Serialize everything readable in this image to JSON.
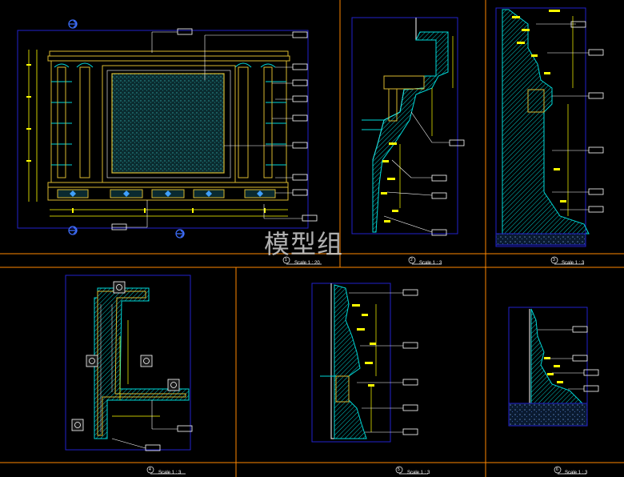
{
  "watermark": "模型组",
  "panels": [
    {
      "id": "elevation",
      "number": "1",
      "scale": "Scale 1 : 20"
    },
    {
      "id": "section-a",
      "number": "2",
      "scale": "Scale 1 : 3"
    },
    {
      "id": "section-b",
      "number": "3",
      "scale": "Scale 1 : 3"
    },
    {
      "id": "plan",
      "number": "4",
      "scale": "Scale 1 : 3"
    },
    {
      "id": "section-c",
      "number": "5",
      "scale": "Scale 1 : 3"
    },
    {
      "id": "section-d",
      "number": "6",
      "scale": "Scale 1 : 3"
    }
  ],
  "colors": {
    "frame": "#ff8800",
    "border": "#2222cc",
    "wall": "#d8b830",
    "cyan": "#00d8d8",
    "green": "#22cc44",
    "dim": "#ffff00",
    "white": "#ffffff",
    "panel": "#0a2a30"
  }
}
